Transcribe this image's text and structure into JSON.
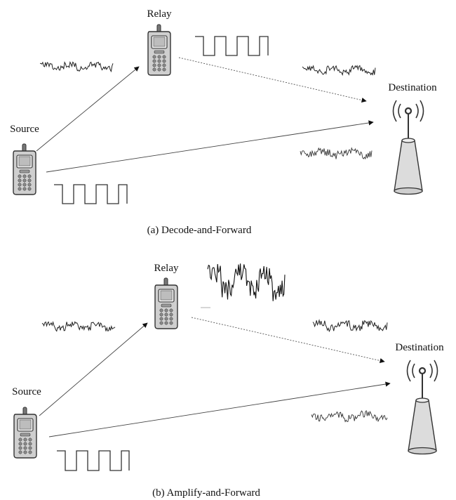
{
  "panels": [
    {
      "caption": "(a) Decode-and-Forward",
      "relay_label": "Relay",
      "source_label": "Source",
      "destination_label": "Destination"
    },
    {
      "caption": "(b) Amplify-and-Forward",
      "relay_label": "Relay",
      "source_label": "Source",
      "destination_label": "Destination"
    }
  ],
  "icons": {
    "source": "mobile-phone-icon",
    "relay": "mobile-phone-icon",
    "destination": "antenna-tower-icon"
  },
  "colors": {
    "stroke": "#333333",
    "arrow": "#444444",
    "dashed_link": "#555555"
  }
}
